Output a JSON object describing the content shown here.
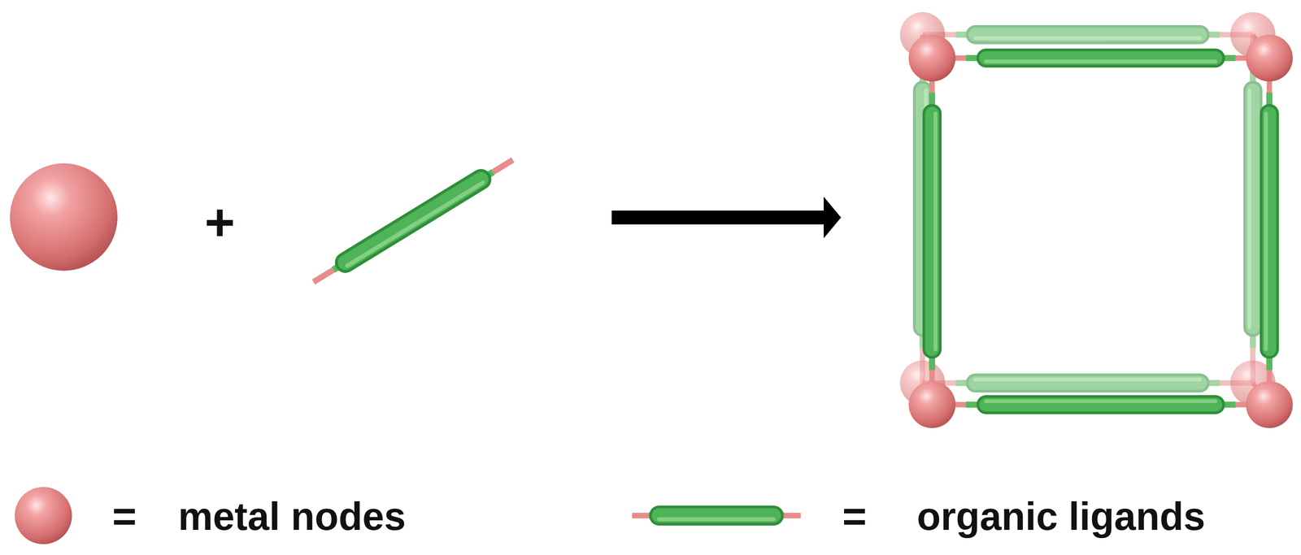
{
  "diagram": {
    "labels": [
      "+",
      "=",
      "="
    ],
    "legend": [
      {
        "text": "metal nodes"
      },
      {
        "text": "organic ligands"
      }
    ]
  }
}
